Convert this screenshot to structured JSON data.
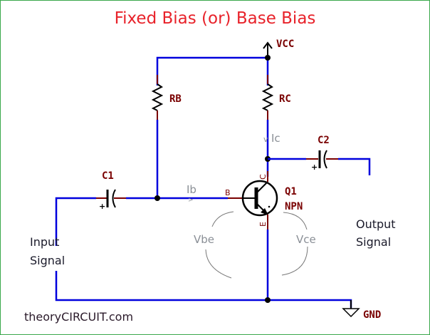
{
  "diagram": {
    "title": "Fixed Bias (or) Base Bias",
    "components": {
      "vcc": "VCC",
      "rb": "RB",
      "rc": "RC",
      "c1": "C1",
      "c2": "C2",
      "q1_ref": "Q1",
      "q1_type": "NPN",
      "gnd": "GND",
      "pin_b": "B",
      "pin_c": "C",
      "pin_e": "E"
    },
    "annotations": {
      "ib": "Ib",
      "ic": "Ic",
      "vbe": "Vbe",
      "vce": "Vce"
    },
    "signals": {
      "input_line1": "Input",
      "input_line2": "Signal",
      "output_line1": "Output",
      "output_line2": "Signal"
    },
    "watermark": "theoryCIRCUIT.com",
    "colors": {
      "wire": "#0000dd",
      "component_lead": "#7a0000",
      "title": "#e8222a",
      "border": "#3aa84b"
    }
  }
}
